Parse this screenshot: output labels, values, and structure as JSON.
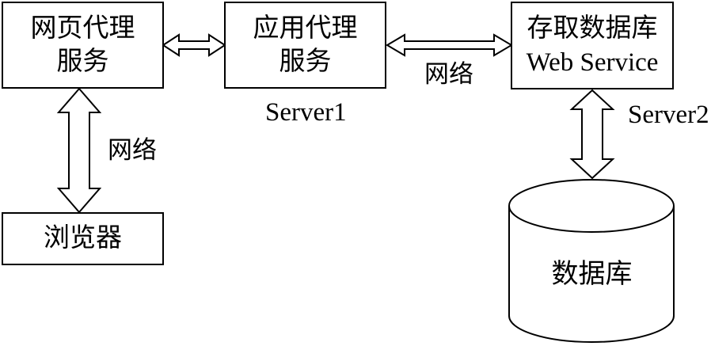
{
  "diagram": {
    "title_implicit": "Web proxy / application proxy / database web-service architecture",
    "colors": {
      "stroke": "#000000",
      "background": "#ffffff",
      "shape_fill": "#ffffff"
    },
    "boxes": {
      "web_proxy": {
        "line1": "网页代理",
        "line2": "服务"
      },
      "app_proxy": {
        "line1": "应用代理",
        "line2": "服务"
      },
      "db_webservice": {
        "line1": "存取数据库",
        "line2": "Web Service"
      },
      "browser": {
        "label": "浏览器"
      }
    },
    "cylinder": {
      "label": "数据库"
    },
    "labels": {
      "server1": "Server1",
      "server2": "Server2",
      "network_left": "网络",
      "network_right": "网络"
    },
    "connections": [
      {
        "from": "web_proxy",
        "to": "app_proxy",
        "type": "double-arrow-horizontal",
        "label": ""
      },
      {
        "from": "app_proxy",
        "to": "db_webservice",
        "type": "double-arrow-horizontal",
        "label": "网络"
      },
      {
        "from": "web_proxy",
        "to": "browser",
        "type": "double-arrow-vertical",
        "label": "网络"
      },
      {
        "from": "db_webservice",
        "to": "database",
        "type": "double-arrow-vertical",
        "label": ""
      }
    ]
  }
}
